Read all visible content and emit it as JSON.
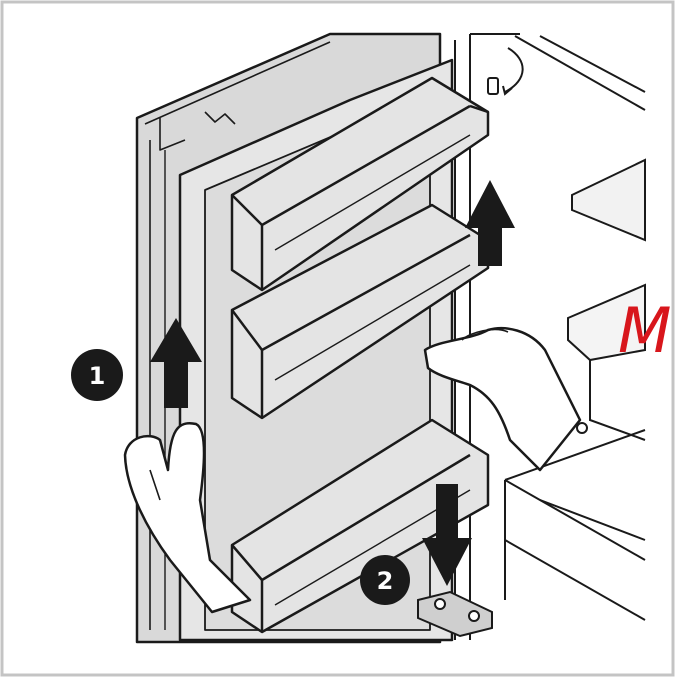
{
  "steps": [
    {
      "number": "1",
      "arrow_direction": "up",
      "meaning": "lift"
    },
    {
      "number": "2",
      "arrow_direction": "down",
      "meaning": "pull"
    }
  ],
  "overlay_text": "M",
  "colors": {
    "line": "#1a1a1a",
    "panel": "#d9d9d9",
    "panel_dark": "#c8c8c8",
    "bin": "#e4e4e4",
    "overlay": "#d8161c",
    "badge": "#1a1a1a"
  },
  "icons": [
    "up-arrow-icon",
    "down-arrow-icon",
    "hinge-icon",
    "hand-icon"
  ]
}
